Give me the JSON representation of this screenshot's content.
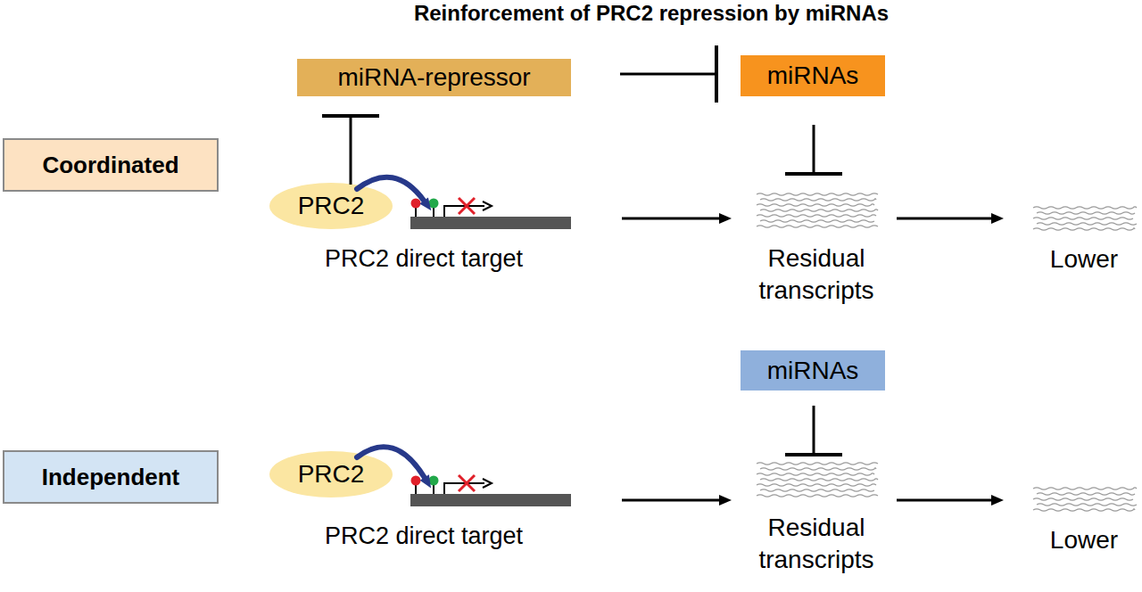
{
  "diagram": {
    "title": "Reinforcement of PRC2 repression by miRNAs",
    "nodes": [
      {
        "text": [
          "Coordinated"
        ]
      },
      {
        "text": [
          "miRNA-repressor"
        ]
      },
      {
        "text": [
          "miRNAs"
        ]
      },
      {
        "text": [
          "PRC2"
        ]
      },
      {
        "text": [
          "PRC2 direct target"
        ]
      },
      {
        "text": [
          "Residual transcripts"
        ]
      },
      {
        "text": [
          "Lower"
        ]
      },
      {
        "text": [
          "miRNAs"
        ]
      },
      {
        "text": [
          "Independent"
        ]
      },
      {
        "text": [
          "PRC2"
        ]
      },
      {
        "text": [
          "PRC2 direct target"
        ]
      },
      {
        "text": [
          "Residual transcripts"
        ]
      },
      {
        "text": [
          "Lower"
        ]
      }
    ],
    "edges": [
      {
        "from": 1,
        "to": 2,
        "arrow": "to"
      },
      {
        "from": 3,
        "to": 1,
        "arrow": "to"
      },
      {
        "from": 3,
        "to": 4,
        "arrow": "to"
      },
      {
        "from": 2,
        "to": 5,
        "arrow": "to"
      },
      {
        "from": 4,
        "to": 5,
        "arrow": "to"
      },
      {
        "from": 5,
        "to": 6,
        "arrow": "to"
      },
      {
        "from": 9,
        "to": 10,
        "arrow": "to"
      },
      {
        "from": 7,
        "to": 11,
        "arrow": "to"
      },
      {
        "from": 10,
        "to": 11,
        "arrow": "to"
      },
      {
        "from": 11,
        "to": 12,
        "arrow": "to"
      }
    ]
  }
}
